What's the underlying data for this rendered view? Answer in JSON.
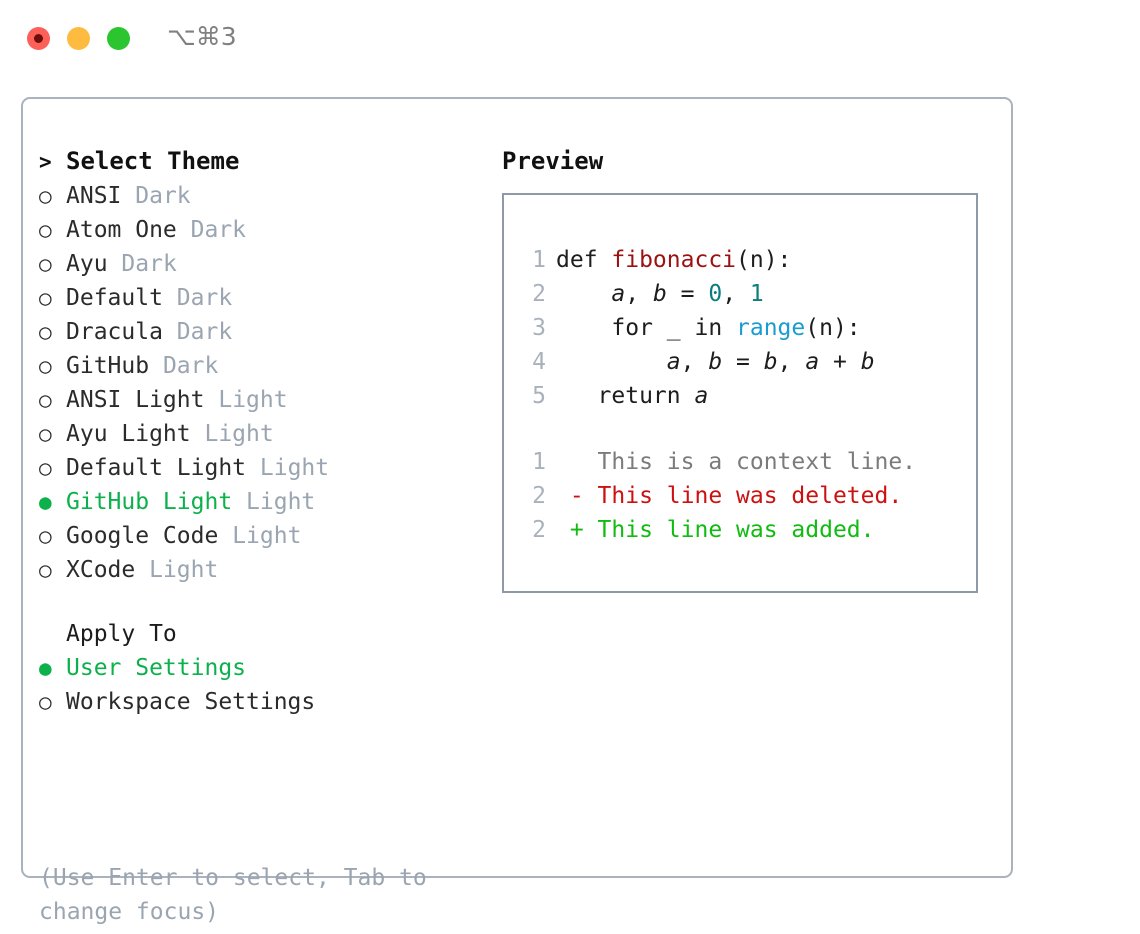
{
  "titlebar": {
    "shortcut": "⌥⌘3",
    "dots": [
      "close",
      "minimize",
      "maximize"
    ]
  },
  "left": {
    "header": {
      "marker": ">",
      "label": "Select Theme"
    },
    "themes": [
      {
        "marker": "○",
        "label": "ANSI",
        "tag": "Dark",
        "selected": false
      },
      {
        "marker": "○",
        "label": "Atom One",
        "tag": "Dark",
        "selected": false
      },
      {
        "marker": "○",
        "label": "Ayu",
        "tag": "Dark",
        "selected": false
      },
      {
        "marker": "○",
        "label": "Default",
        "tag": "Dark",
        "selected": false
      },
      {
        "marker": "○",
        "label": "Dracula",
        "tag": "Dark",
        "selected": false
      },
      {
        "marker": "○",
        "label": "GitHub",
        "tag": "Dark",
        "selected": false
      },
      {
        "marker": "○",
        "label": "ANSI Light",
        "tag": "Light",
        "selected": false
      },
      {
        "marker": "○",
        "label": "Ayu Light",
        "tag": "Light",
        "selected": false
      },
      {
        "marker": "○",
        "label": "Default Light",
        "tag": "Light",
        "selected": false
      },
      {
        "marker": "●",
        "label": "GitHub Light",
        "tag": "Light",
        "selected": true
      },
      {
        "marker": "○",
        "label": "Google Code",
        "tag": "Light",
        "selected": false
      },
      {
        "marker": "○",
        "label": "XCode",
        "tag": "Light",
        "selected": false
      }
    ],
    "apply_to": {
      "title": "Apply To",
      "options": [
        {
          "marker": "●",
          "label": "User Settings",
          "selected": true
        },
        {
          "marker": "○",
          "label": "Workspace Settings",
          "selected": false
        }
      ]
    },
    "hint": "(Use Enter to select, Tab to change focus)"
  },
  "right": {
    "title": "Preview",
    "code": [
      {
        "n": "1",
        "tokens": [
          {
            "t": "def ",
            "k": "kw"
          },
          {
            "t": "fibonacci",
            "k": "fn"
          },
          {
            "t": "(n):",
            "k": "plain"
          }
        ]
      },
      {
        "n": "2",
        "tokens": [
          {
            "t": "    ",
            "k": "plain"
          },
          {
            "t": "a",
            "k": "var"
          },
          {
            "t": ", ",
            "k": "plain"
          },
          {
            "t": "b",
            "k": "var"
          },
          {
            "t": " = ",
            "k": "plain"
          },
          {
            "t": "0",
            "k": "num"
          },
          {
            "t": ", ",
            "k": "plain"
          },
          {
            "t": "1",
            "k": "num"
          }
        ]
      },
      {
        "n": "3",
        "tokens": [
          {
            "t": "    for _ in ",
            "k": "plain"
          },
          {
            "t": "range",
            "k": "builtin"
          },
          {
            "t": "(n):",
            "k": "plain"
          }
        ]
      },
      {
        "n": "4",
        "tokens": [
          {
            "t": "        ",
            "k": "plain"
          },
          {
            "t": "a",
            "k": "var"
          },
          {
            "t": ", ",
            "k": "plain"
          },
          {
            "t": "b",
            "k": "var"
          },
          {
            "t": " = ",
            "k": "plain"
          },
          {
            "t": "b",
            "k": "var"
          },
          {
            "t": ", ",
            "k": "plain"
          },
          {
            "t": "a",
            "k": "var"
          },
          {
            "t": " + ",
            "k": "plain"
          },
          {
            "t": "b",
            "k": "var"
          }
        ]
      },
      {
        "n": "5",
        "tokens": [
          {
            "t": "   return ",
            "k": "plain"
          },
          {
            "t": "a",
            "k": "var"
          }
        ]
      }
    ],
    "diff": [
      {
        "n": "1",
        "sign": " ",
        "text": "This is a context line.",
        "kind": "ctx"
      },
      {
        "n": "2",
        "sign": "-",
        "text": "This line was deleted.",
        "kind": "del"
      },
      {
        "n": "2",
        "sign": "+",
        "text": "This line was added.",
        "kind": "add"
      }
    ]
  },
  "colors": {
    "accent_green": "#0db14b",
    "muted": "#9aa5b1",
    "border": "#aab2bd",
    "preview_border": "#8e9aa8",
    "diff_add": "#11bb11",
    "diff_del": "#cc1111",
    "code_fn": "#9b1212",
    "code_num": "#0a7d7d",
    "code_builtin": "#1b9bd1"
  }
}
